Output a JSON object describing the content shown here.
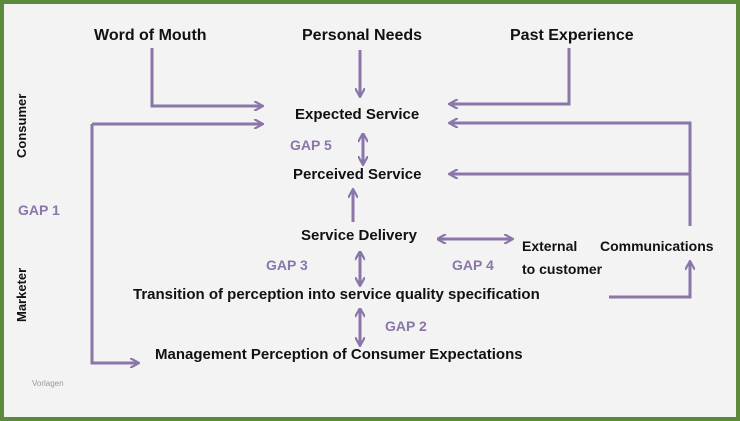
{
  "sources": {
    "word_of_mouth": "Word of Mouth",
    "personal_needs": "Personal Needs",
    "past_experience": "Past Experience"
  },
  "nodes": {
    "expected_service": "Expected Service",
    "perceived_service": "Perceived Service",
    "service_delivery": "Service Delivery",
    "external_communications_1": "External",
    "external_communications_2": "Communications",
    "external_communications_3": "to customer",
    "transition": "Transition of perception into service quality specification",
    "management_perception": "Management Perception of Consumer Expectations"
  },
  "gaps": {
    "gap1": "GAP 1",
    "gap2": "GAP 2",
    "gap3": "GAP 3",
    "gap4": "GAP 4",
    "gap5": "GAP 5"
  },
  "side_labels": {
    "consumer": "Consumer",
    "marketer": "Marketer"
  },
  "watermark": "Vorlagen",
  "colors": {
    "arrow": "#8a76a8",
    "gap_text": "#8a76a8",
    "frame_border": "#5c8a3c",
    "background": "#f3f3f3"
  }
}
